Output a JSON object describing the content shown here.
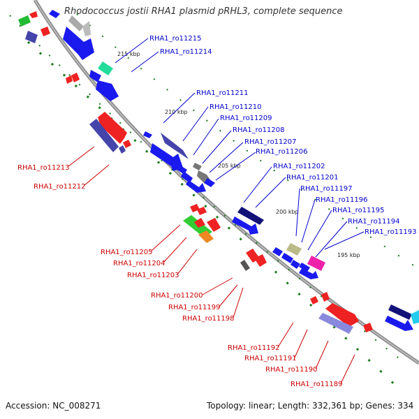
{
  "title": "Rhodococcus jostii RHA1 plasmid pRHL3, complete sequence",
  "footer": {
    "accession": "Accession: NC_008271",
    "topology": "Topology: linear; Length: 332,361 bp; Genes: 334"
  },
  "ticks": [
    "215 kbp",
    "210 kbp",
    "205 kbp",
    "200 kbp",
    "195 kbp"
  ],
  "labels_blue": [
    "RHA1_ro11215",
    "RHA1_ro11214",
    "RHA1_ro11211",
    "RHA1_ro11210",
    "RHA1_ro11209",
    "RHA1_ro11208",
    "RHA1_ro11207",
    "RHA1_ro11206",
    "RHA1_ro11202",
    "RHA1_ro11201",
    "RHA1_ro11197",
    "RHA1_ro11196",
    "RHA1_ro11195",
    "RHA1_ro11194",
    "RHA1_ro11193"
  ],
  "labels_red": [
    "RHA1_ro11213",
    "RHA1_ro11212",
    "RHA1_ro11205",
    "RHA1_ro11204",
    "RHA1_ro11203",
    "RHA1_ro11200",
    "RHA1_ro11199",
    "RHA1_ro11198",
    "RHA1_ro11192",
    "RHA1_ro11191",
    "RHA1_ro11190",
    "RHA1_ro11189"
  ],
  "colors": {
    "forward": "#0000ee",
    "reverse": "#ee0000",
    "backbone": "#888888",
    "gc_dots": "#1a7a1a"
  }
}
